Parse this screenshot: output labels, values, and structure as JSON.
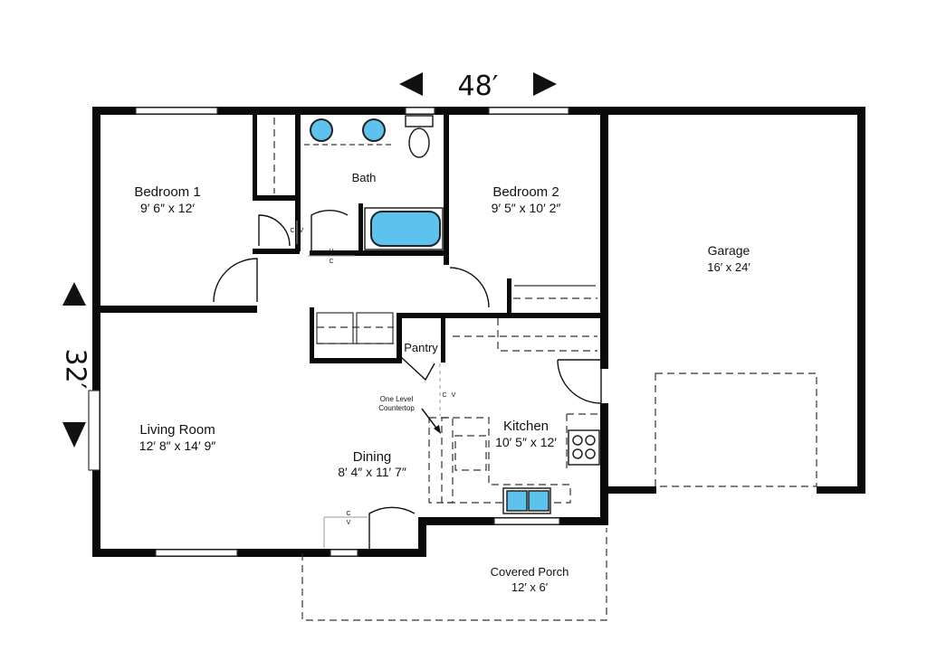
{
  "colors": {
    "wall": "#0a0a0a",
    "fixture_fill": "#5ec2ef",
    "fixture_stroke": "#222222",
    "background": "#ffffff"
  },
  "dimensions": {
    "width": "48′",
    "depth": "32′"
  },
  "rooms": {
    "bedroom1": {
      "name": "Bedroom 1",
      "size": "9′ 6″ x 12′"
    },
    "bath": {
      "name": "Bath"
    },
    "bedroom2": {
      "name": "Bedroom 2",
      "size": "9′ 5″ x 10′ 2″"
    },
    "garage": {
      "name": "Garage",
      "size": "16′ x 24′"
    },
    "living": {
      "name": "Living Room",
      "size": "12′ 8″ x 14′ 9″"
    },
    "dining": {
      "name": "Dining",
      "size": "8′ 4″ x 11′ 7″"
    },
    "kitchen": {
      "name": "Kitchen",
      "size": "10′ 5″ x 12′"
    },
    "pantry": {
      "name": "Pantry"
    },
    "porch": {
      "name": "Covered Porch",
      "size": "12′ x 6′"
    }
  },
  "annotations": {
    "countertop_line1": "One Level",
    "countertop_line2": "Countertop",
    "cv_c": "C",
    "cv_v": "V"
  },
  "icons": [
    "arrow-left-icon",
    "arrow-right-icon",
    "arrow-up-icon",
    "arrow-down-icon",
    "sink-icon",
    "toilet-icon",
    "bathtub-icon",
    "stove-icon"
  ]
}
